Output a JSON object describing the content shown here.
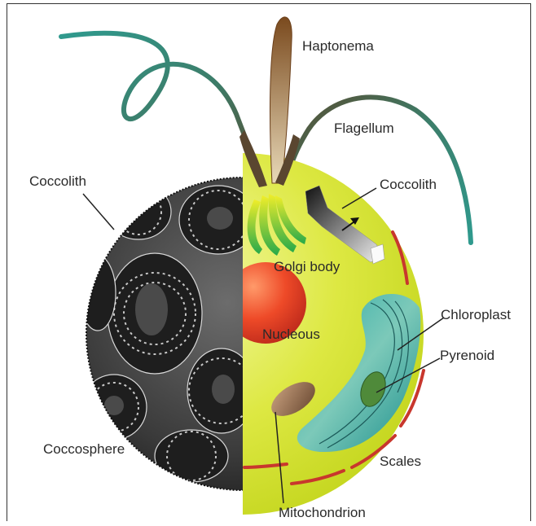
{
  "diagram": {
    "labels": {
      "haptonema": "Haptonema",
      "flagellum": "Flagellum",
      "coccolith_left": "Coccolith",
      "coccolith_right": "Coccolith",
      "golgi_body": "Golgi body",
      "nucleous": "Nucleous",
      "chloroplast": "Chloroplast",
      "pyrenoid": "Pyrenoid",
      "coccosphere": "Coccosphere",
      "scales": "Scales",
      "mitochondrion": "Mitochondrion"
    },
    "colors": {
      "cell_body": "#d6e43a",
      "cell_light": "#eef58a",
      "nucleus": "#e8452a",
      "chloroplast": "#2fa6a0",
      "scales": "#c8372d",
      "flagellum_teal": "#2f9a8e",
      "flagellum_brown": "#6b4a2e",
      "coccosphere_dark": "#2b2b2b",
      "coccosphere_light": "#f2f2f2"
    }
  }
}
